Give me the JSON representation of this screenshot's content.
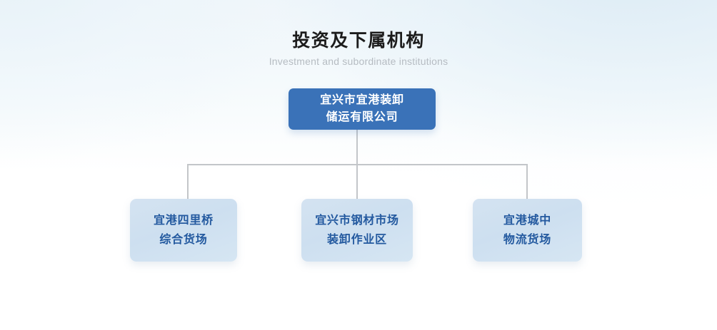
{
  "heading": {
    "title": "投资及下属机构",
    "subtitle": "Investment and subordinate institutions"
  },
  "chart": {
    "root": {
      "line1": "宜兴市宜港装卸",
      "line2": "储运有限公司"
    },
    "children": [
      {
        "line1": "宜港四里桥",
        "line2": "综合货场"
      },
      {
        "line1": "宜兴市钢材市场",
        "line2": "装卸作业区"
      },
      {
        "line1": "宜港城中",
        "line2": "物流货场"
      }
    ]
  },
  "colors": {
    "root_node_fill": "#3a72b8",
    "root_node_text": "#ffffff",
    "child_node_fill": "#cddff0",
    "child_node_text": "#23599f",
    "connector_line": "#c3c6c9",
    "title_text": "#1c1c1c",
    "subtitle_text": "#b6bcc2",
    "background_top": "#eef5fa",
    "background_bottom": "#ffffff"
  }
}
